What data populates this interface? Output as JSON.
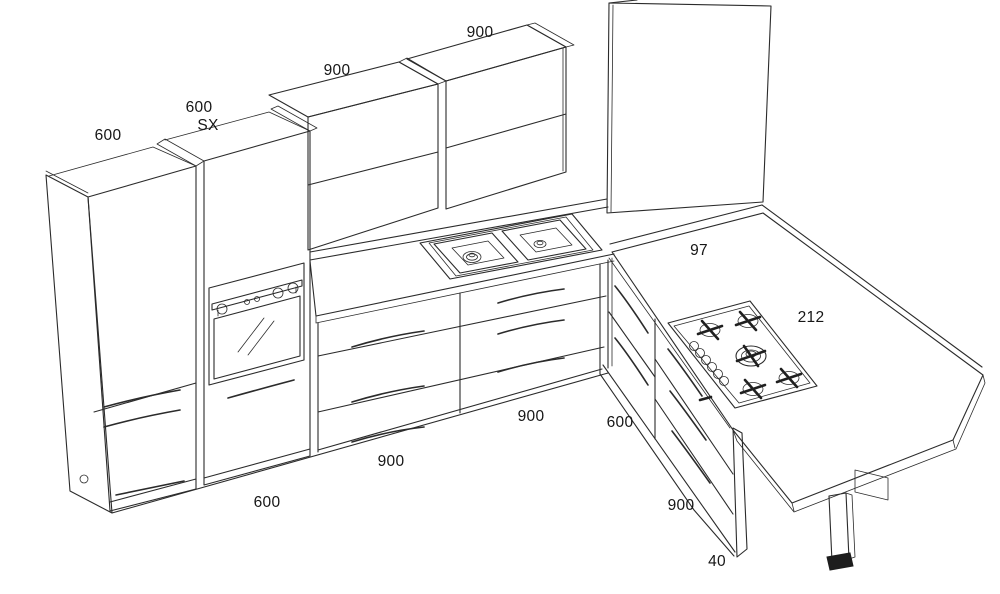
{
  "drawing": {
    "type": "kitchen-elevation-perspective",
    "colors": {
      "background": "#ffffff",
      "line": "#2b2b2b",
      "text": "#161616",
      "leg_foot": "#1d1d1d"
    },
    "components": [
      "tall-cabinet-left",
      "tall-cabinet-oven",
      "oven",
      "wall-cabinet-1",
      "wall-cabinet-2",
      "backsplash",
      "double-bowl-sink",
      "base-drawer-cabinet-1",
      "base-drawer-cabinet-2",
      "corner-unit",
      "gas-hob-5-burners",
      "peninsula-counter",
      "end-panel",
      "table-leg",
      "leg-bracket"
    ]
  },
  "labels": [
    {
      "id": "tall-unit-left-width",
      "text": "600"
    },
    {
      "id": "oven-unit-width",
      "text": "600"
    },
    {
      "id": "oven-unit-hinge",
      "text": "SX"
    },
    {
      "id": "wall-cabinet-1-width",
      "text": "900"
    },
    {
      "id": "wall-cabinet-2-width",
      "text": "900"
    },
    {
      "id": "backsplash-height",
      "text": "97"
    },
    {
      "id": "hob-wall-distance",
      "text": "212"
    },
    {
      "id": "base-cabinet-2-width",
      "text": "900"
    },
    {
      "id": "corner-unit-width",
      "text": "600"
    },
    {
      "id": "base-cabinet-1-width",
      "text": "900"
    },
    {
      "id": "tall-unit-depth",
      "text": "600"
    },
    {
      "id": "peninsula-unit-width",
      "text": "900"
    },
    {
      "id": "panel-thickness",
      "text": "40"
    }
  ]
}
